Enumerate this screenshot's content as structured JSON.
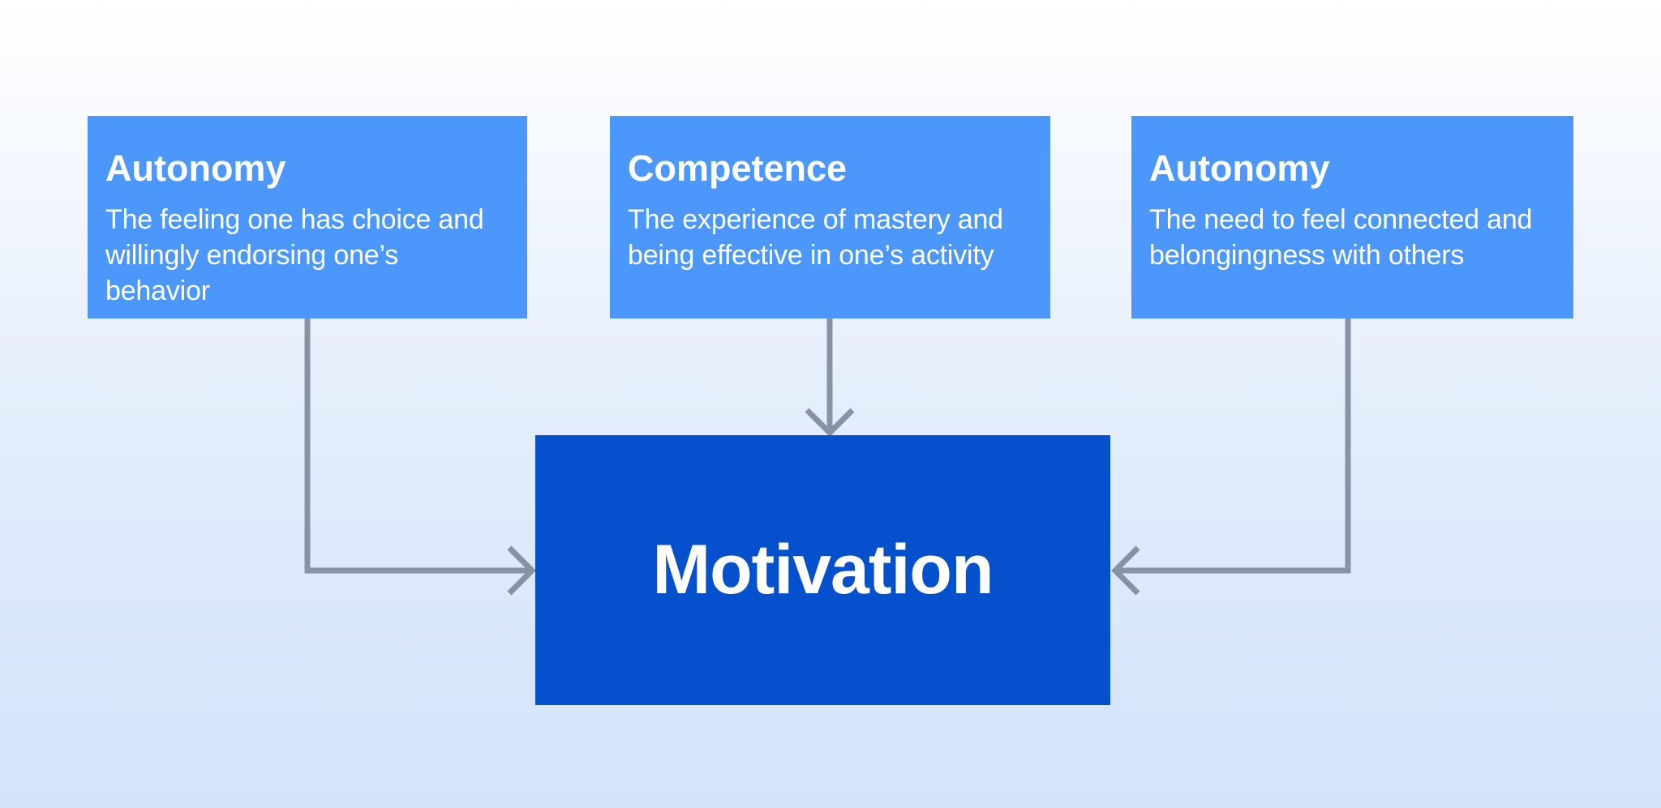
{
  "diagram": {
    "center": {
      "label": "Motivation"
    },
    "factors": [
      {
        "title": "Autonomy",
        "description": "The feeling one has choice and willingly endorsing one’s behavior"
      },
      {
        "title": "Competence",
        "description": "The experience of mastery and being effective in one’s activity"
      },
      {
        "title": "Autonomy",
        "description": "The need to feel connected and belongingness with others"
      }
    ]
  },
  "colors": {
    "factor_box": "#4c97fb",
    "center_box": "#0450cd",
    "arrow": "#8793a4",
    "box_text": "#ffffff",
    "bg_top": "#ffffff",
    "bg_mid": "#e2ecfb",
    "bg_bottom": "#d2e3fb"
  }
}
